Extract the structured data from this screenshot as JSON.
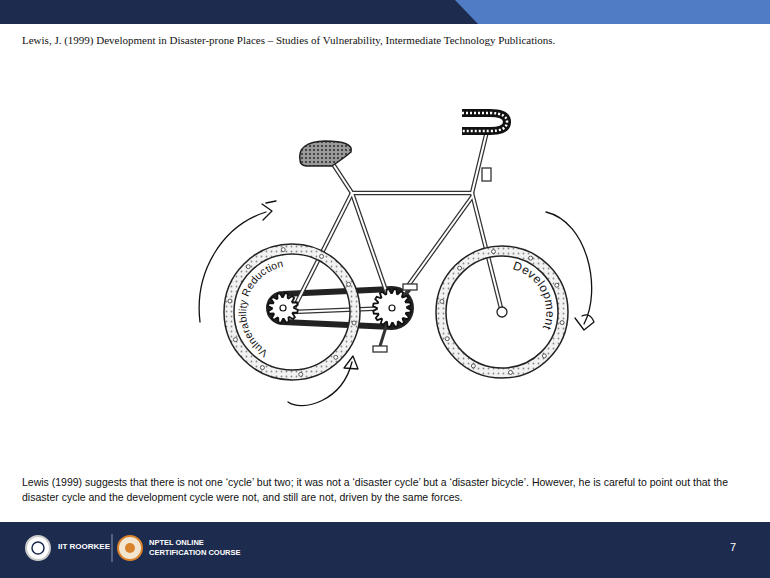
{
  "diagram": {
    "caption": "Lewis (1999) suggests that there is not one ‘cycle’ but two; it was not a ‘disaster cycle’ but a ‘disaster bicycle’. However, he is careful to point out that the disaster cycle and the development cycle were not, and still are not, driven by the same forces.",
    "nodes": [
      {
        "text": [
          "Vulnerability Reduction"
        ]
      },
      {
        "text": [
          "Development"
        ]
      }
    ],
    "labels": [
      "Lewis, J. (1999) Development in Disaster-prone Places – Studies of Vulnerability, Intermediate Technology Publications.",
      "IIT ROORKEE",
      "NPTEL ONLINE CERTIFICATION COURSE",
      "7"
    ]
  }
}
